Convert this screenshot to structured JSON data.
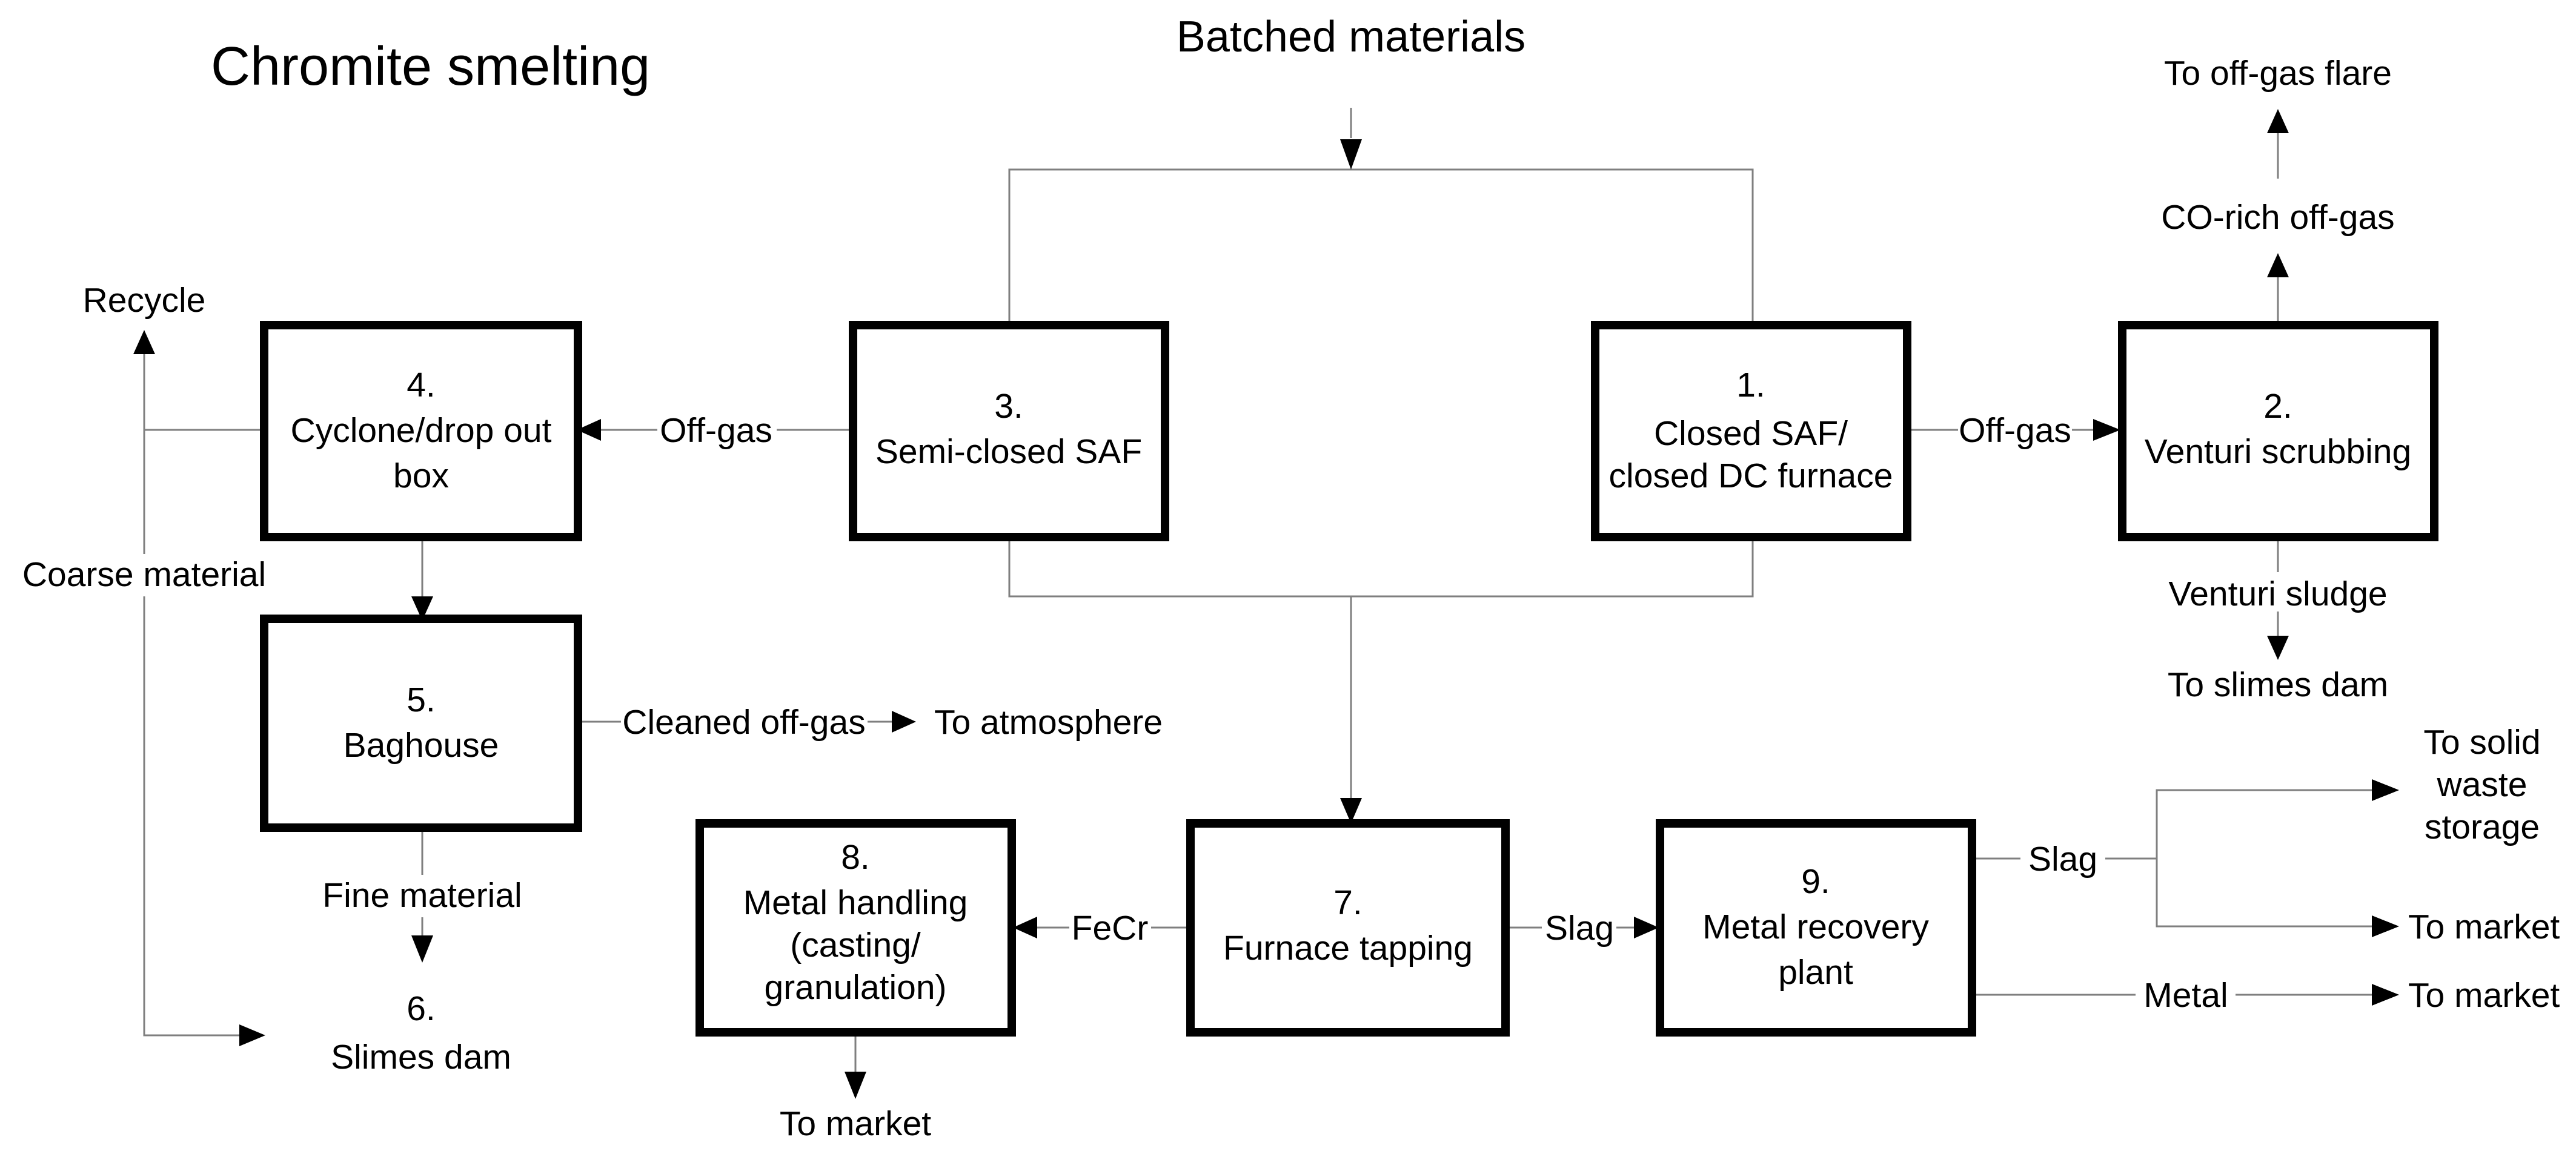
{
  "title": "Chromite smelting",
  "input_label": "Batched materials",
  "boxes": {
    "b1": [
      "1.",
      "Closed SAF/",
      "closed DC furnace"
    ],
    "b2": [
      "2.",
      "Venturi scrubbing"
    ],
    "b3": [
      "3.",
      "Semi-closed SAF"
    ],
    "b4": [
      "4.",
      "Cyclone/drop out",
      "box"
    ],
    "b5": [
      "5.",
      "Baghouse"
    ],
    "b6": [
      "6.",
      "Slimes dam"
    ],
    "b7": [
      "7.",
      "Furnace tapping"
    ],
    "b8": [
      "8.",
      "Metal handling",
      "(casting/",
      "granulation)"
    ],
    "b9": [
      "9.",
      "Metal recovery",
      "plant"
    ]
  },
  "flows": {
    "offgas_left": "Off-gas",
    "offgas_right": "Off-gas",
    "co_rich": "CO-rich off-gas",
    "to_flare": "To off-gas flare",
    "venturi_sludge": "Venturi sludge",
    "to_slimes_dam": "To slimes dam",
    "recycle": "Recycle",
    "coarse_material": "Coarse material",
    "cleaned_offgas": "Cleaned off-gas",
    "to_atmosphere": "To atmosphere",
    "fine_material": "Fine material",
    "fecr": "FeCr",
    "slag_from_tapping": "Slag",
    "slag_from_recovery": "Slag",
    "metal": "Metal",
    "to_market_metal_handling": "To market",
    "to_solid_waste_storage": [
      "To solid",
      "waste",
      "storage"
    ],
    "to_market_slag": "To market",
    "to_market_metal": "To market"
  }
}
